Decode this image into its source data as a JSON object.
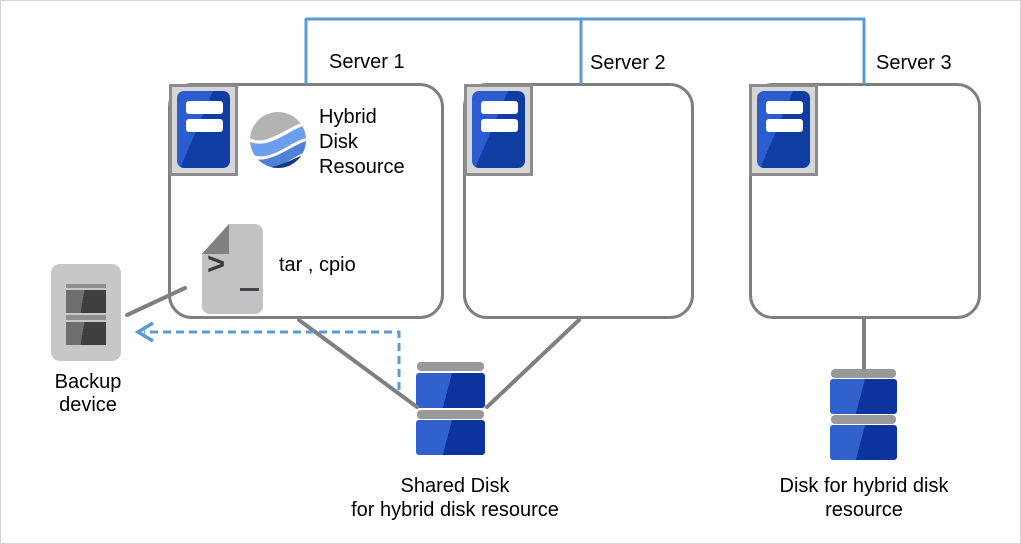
{
  "colors": {
    "network_line": "#5b9bd5",
    "connector_line": "#808080",
    "box_border": "#7f7f7f",
    "server_tower_blue": "#2b5cd0",
    "server_tower_blue_dark": "#0f3da2",
    "tray_background": "#d6d6d6",
    "disk_blue": "#3061cd",
    "disk_blue_dark": "#0c339e",
    "disk_cap_gray": "#999999",
    "backup_body_gray": "#c7c7c7",
    "swirl_gray": "#b3b3b3",
    "swirl_light_blue": "#6d9eee",
    "swirl_mid_blue": "#4f81d8",
    "swirl_navy": "#16387e",
    "page_gray": "#c2c2c2",
    "page_fold_gray": "#808080"
  },
  "servers": [
    {
      "label": "Server 1"
    },
    {
      "label": "Server 2"
    },
    {
      "label": "Server 3"
    }
  ],
  "server1": {
    "resource_lines": [
      "Hybrid",
      "Disk",
      "Resource"
    ],
    "tools_label": "tar , cpio",
    "prompt_glyph": ">"
  },
  "backup_device": {
    "line1": "Backup",
    "line2": "device"
  },
  "shared_disk": {
    "line1": "Shared Disk",
    "line2": "for hybrid disk resource"
  },
  "hybrid_disk": {
    "line1": "Disk for hybrid disk",
    "line2": "resource"
  }
}
